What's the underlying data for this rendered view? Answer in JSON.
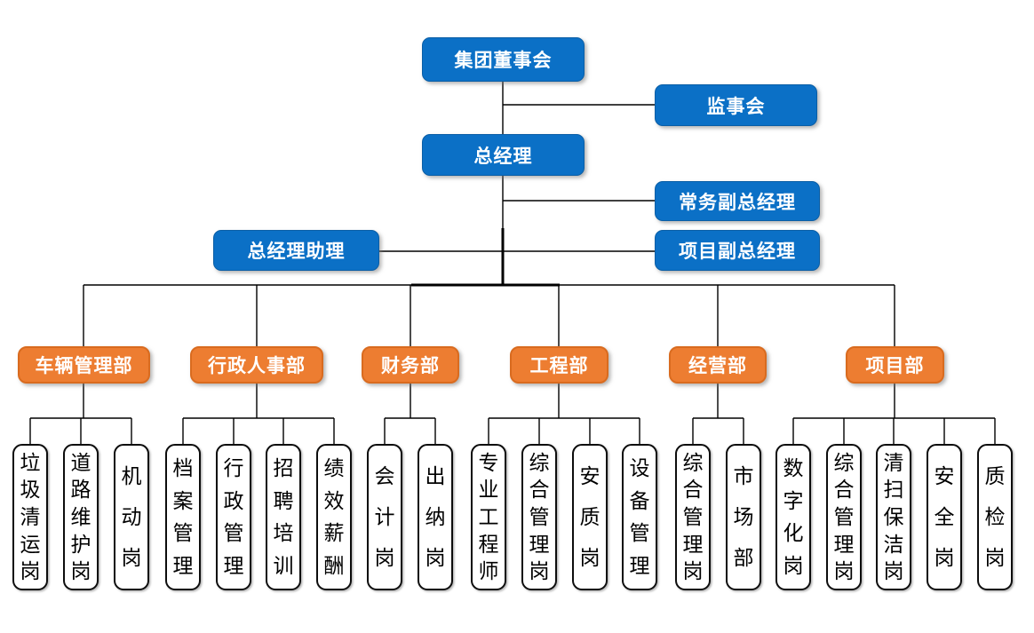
{
  "colors": {
    "node_blue": "#0b70c6",
    "node_blue_border": "#0a5ea6",
    "node_orange": "#ed7d31",
    "node_orange_border": "#d96b1f",
    "node_text": "#ffffff",
    "position_box_fill": "#ffffff",
    "position_box_border": "#0d0d0d",
    "position_text": "#000000",
    "connector_line": "#000000"
  },
  "nodes": {
    "board": "集团董事会",
    "supervisory_board": "监事会",
    "general_manager": "总经理",
    "executive_deputy_gm": "常务副总经理",
    "gm_assistant": "总经理助理",
    "project_deputy_gm": "项目副总经理"
  },
  "departments": [
    {
      "label": "车辆管理部",
      "positions": [
        "垃圾清运岗",
        "道路维护岗",
        "机动岗"
      ]
    },
    {
      "label": "行政人事部",
      "positions": [
        "档案管理",
        "行政管理",
        "招聘培训",
        "绩效薪酬"
      ]
    },
    {
      "label": "财务部",
      "positions": [
        "会计岗",
        "出纳岗"
      ]
    },
    {
      "label": "工程部",
      "positions": [
        "专业工程师",
        "综合管理岗",
        "安质岗",
        "设备管理"
      ]
    },
    {
      "label": "经营部",
      "positions": [
        "综合管理岗",
        "市场部"
      ]
    },
    {
      "label": "项目部",
      "positions": [
        "数字化岗",
        "综合管理岗",
        "清扫保洁岗",
        "安全岗",
        "质检岗"
      ]
    }
  ]
}
